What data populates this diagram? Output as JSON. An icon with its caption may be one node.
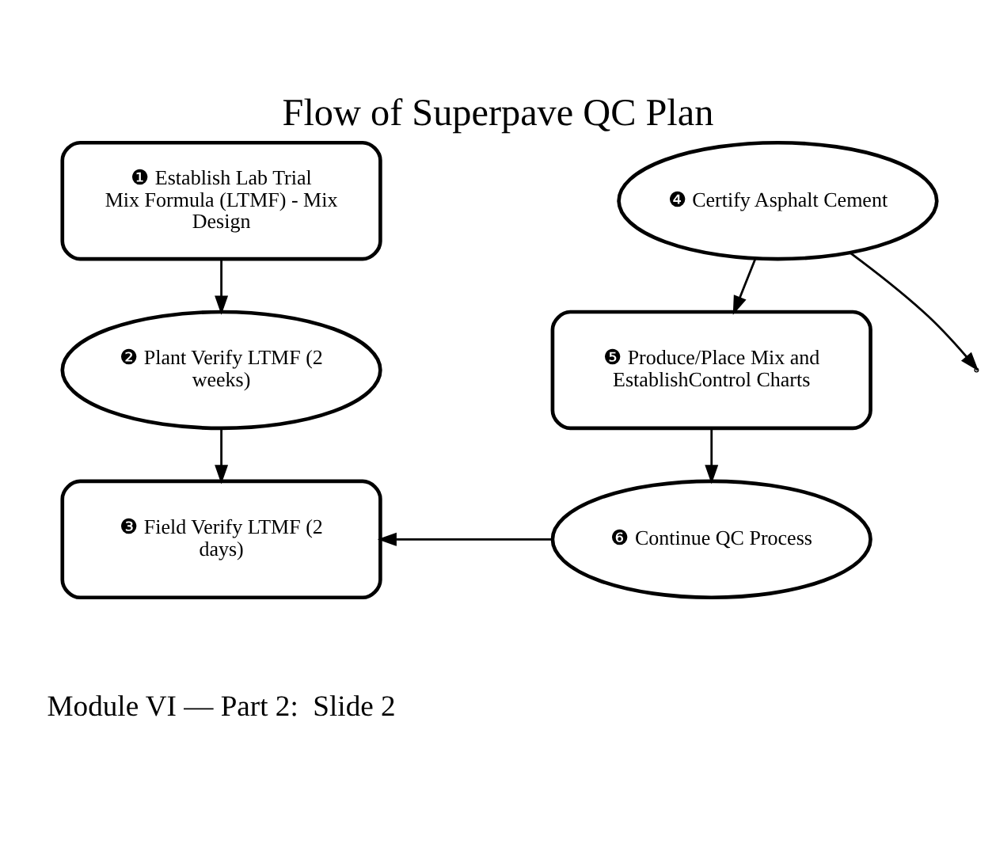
{
  "diagram": {
    "title": "Flow of Superpave QC Plan",
    "nodes": [
      {
        "text": [
          "❶ Establish Lab Trial Mix Formula (LTMF) - Mix Design"
        ]
      },
      {
        "text": [
          "❹ Certify Asphalt Cement"
        ]
      },
      {
        "text": [
          "❷ Plant Verify LTMF (2 weeks)"
        ]
      },
      {
        "text": [
          "❺ Produce/Place Mix and EstablishControl Charts"
        ]
      },
      {
        "text": [
          "❸ Field Verify LTMF (2 days)"
        ]
      },
      {
        "text": [
          "❻ Continue QC Process"
        ]
      }
    ],
    "edges": [
      {
        "from": 0,
        "to": 2,
        "arrow": "to"
      },
      {
        "from": 2,
        "to": 4,
        "arrow": "to"
      },
      {
        "from": 1,
        "to": 3,
        "arrow": "to"
      },
      {
        "from": 3,
        "to": 5,
        "arrow": "to"
      },
      {
        "from": 1,
        "to": null,
        "arrow": "to"
      },
      {
        "from": 5,
        "to": 4,
        "arrow": "to"
      }
    ],
    "labels": [
      "Module VI — Part 2:  Slide 2"
    ]
  }
}
